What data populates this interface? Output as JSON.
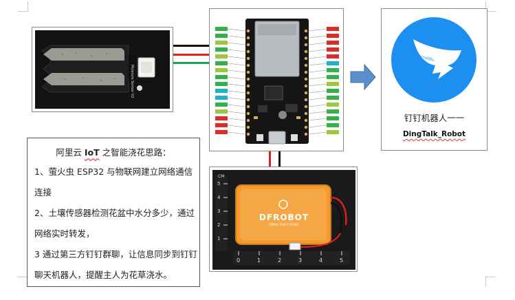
{
  "note": {
    "title_pre": "阿里云",
    "title_iot": "IoT",
    "title_post": "之智能浇花思路：",
    "lines": [
      "1、萤火虫 ESP32 与物联网建立网络通信",
      "连接",
      "2、土壤传感器检测花盆中水分多少，通过",
      "网络实时转发，",
      "3 通过第三方钉钉群聊，让信息同步到钉钉",
      "聊天机器人，提醒主人为花草浇水。"
    ]
  },
  "robot": {
    "caption": "钉钉机器人一一",
    "name": "DingTalk_Robot"
  },
  "sensor": {
    "label": "Moisture Sensor",
    "version": "V2"
  },
  "battery": {
    "brand": "DFROBOT",
    "slogan": "DRIVE THE FUTURE",
    "ruler_unit": "CM",
    "ruler_h": [
      "0",
      "1",
      "2",
      "3",
      "4",
      "5"
    ],
    "ruler_v": [
      "5",
      "4",
      "3",
      "2",
      "1"
    ]
  },
  "colors": {
    "arrow": "#5b8fcb",
    "dingtalk_blue": "#1c8ff0",
    "battery": "#f29a2e",
    "wire_black": "#111111",
    "wire_red": "#e0211b",
    "wire_green": "#1aa64b"
  }
}
